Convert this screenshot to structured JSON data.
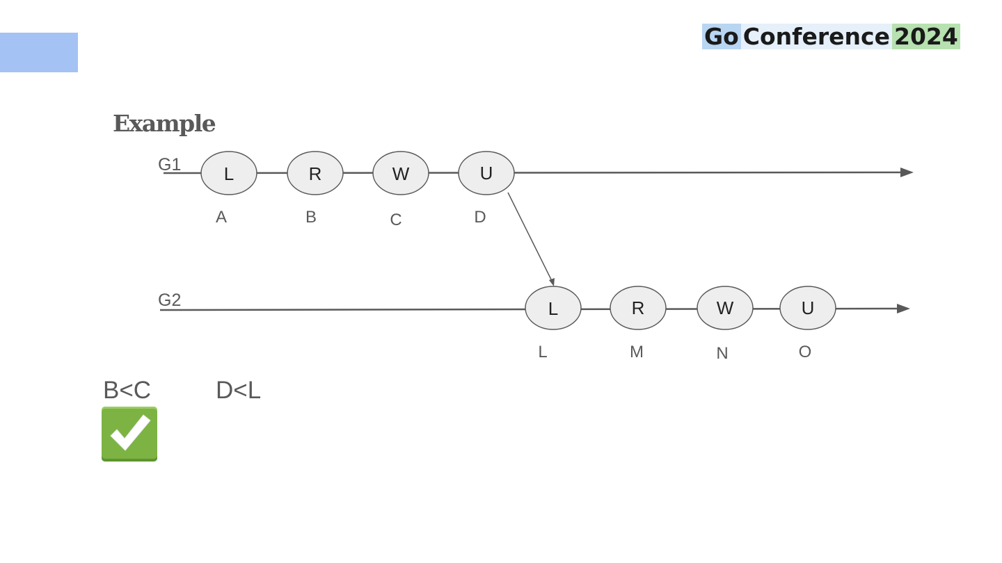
{
  "brand": {
    "part1": "Go",
    "part2": "Conference",
    "part3": "2024"
  },
  "title": "Example",
  "lines": {
    "g1": {
      "label": "G1",
      "nodes": [
        {
          "op": "L",
          "sub": "A"
        },
        {
          "op": "R",
          "sub": "B"
        },
        {
          "op": "W",
          "sub": "C"
        },
        {
          "op": "U",
          "sub": "D"
        }
      ]
    },
    "g2": {
      "label": "G2",
      "nodes": [
        {
          "op": "L",
          "sub": "L"
        },
        {
          "op": "R",
          "sub": "M"
        },
        {
          "op": "W",
          "sub": "N"
        },
        {
          "op": "U",
          "sub": "O"
        }
      ]
    }
  },
  "conditions": {
    "c1": "B<C",
    "c2": "D<L"
  },
  "check_icon": "check-mark-button-icon",
  "colors": {
    "accent": "#a4c2f4",
    "node_fill": "#eeeeee",
    "check": "#7cb342"
  }
}
